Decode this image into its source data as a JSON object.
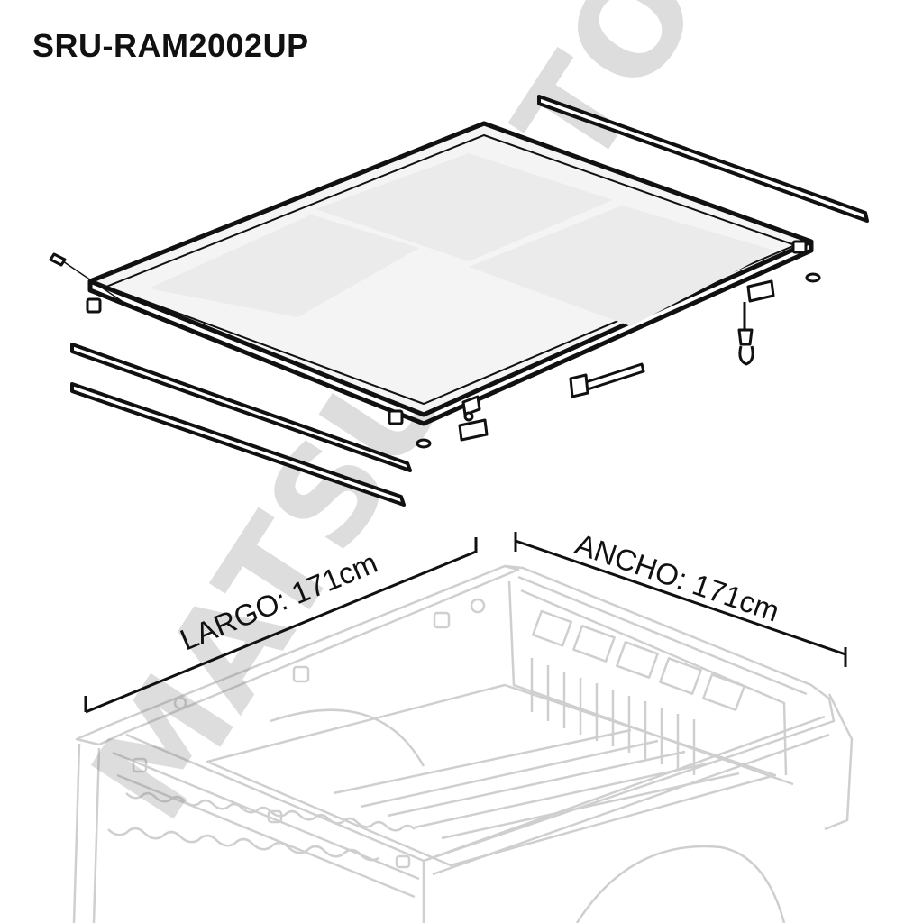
{
  "title": "SRU-RAM2002UP",
  "watermark": "MATSUMOTO",
  "dimensions": {
    "length_label": "LARGO: 171cm",
    "width_label": "ANCHO: 171cm"
  },
  "colors": {
    "line": "#111111",
    "truck_line": "#cfcfcf",
    "watermark": "#7a7a7a",
    "cover_fill": "#f4f4f4",
    "cover_panel": "#ebebeb"
  }
}
